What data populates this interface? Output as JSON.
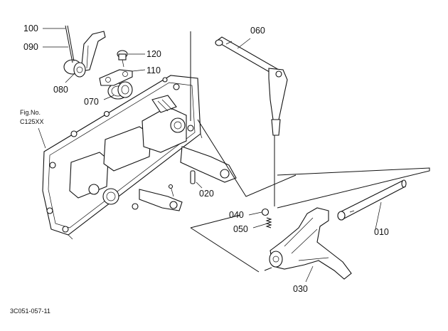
{
  "callouts": [
    {
      "id": "100",
      "text": "100"
    },
    {
      "id": "090",
      "text": "090"
    },
    {
      "id": "080",
      "text": "080"
    },
    {
      "id": "120",
      "text": "120"
    },
    {
      "id": "110",
      "text": "110"
    },
    {
      "id": "070",
      "text": "070"
    },
    {
      "id": "060",
      "text": "060"
    },
    {
      "id": "020",
      "text": "020"
    },
    {
      "id": "040",
      "text": "040"
    },
    {
      "id": "050",
      "text": "050"
    },
    {
      "id": "010",
      "text": "010"
    },
    {
      "id": "030",
      "text": "030"
    }
  ],
  "figure_ref": {
    "line1": "Fig.No.",
    "line2": "C125XX"
  },
  "drawing_code": "3C051-057-11"
}
